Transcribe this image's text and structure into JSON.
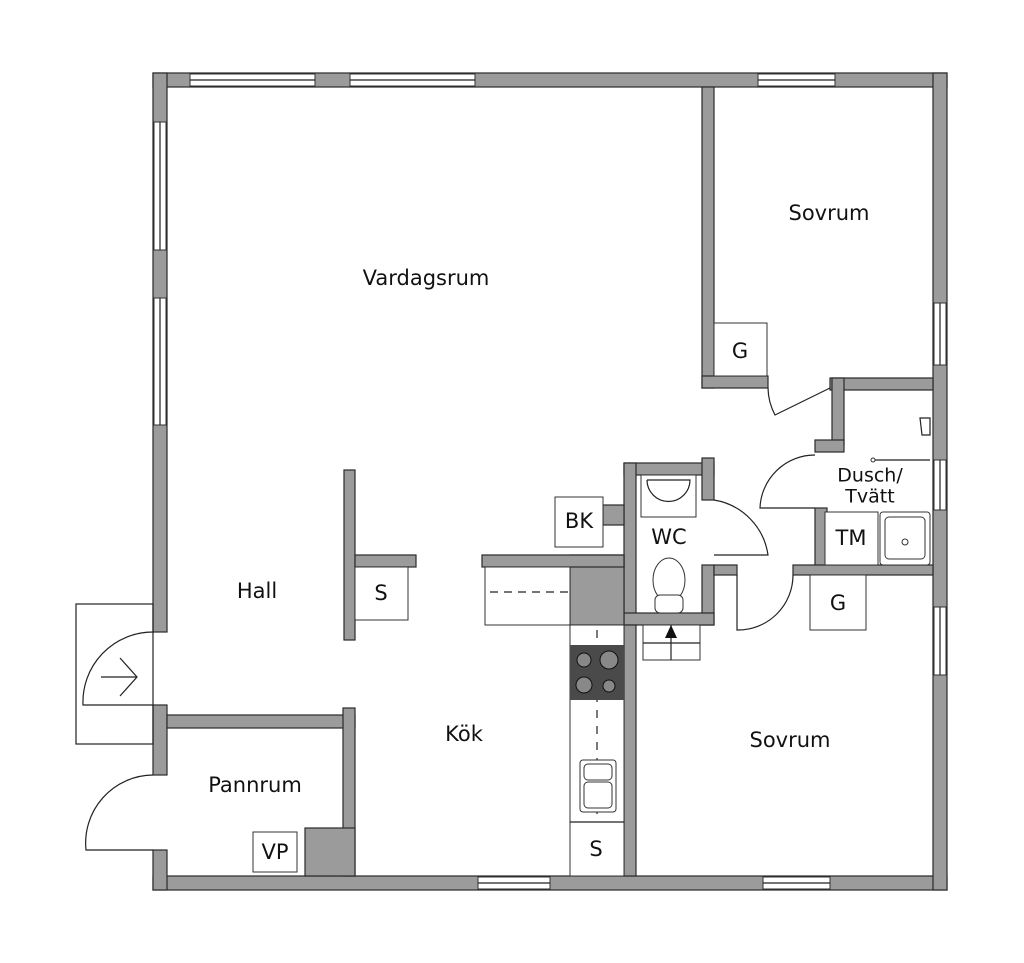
{
  "rooms": {
    "vardagsrum": "Vardagsrum",
    "sovrum_top": "Sovrum",
    "sovrum_bottom": "Sovrum",
    "hall": "Hall",
    "kok": "Kök",
    "pannrum": "Pannrum",
    "wc": "WC",
    "dusch_line1": "Dusch/",
    "dusch_line2": "Tvätt"
  },
  "fixtures": {
    "g_top": "G",
    "g_bottom": "G",
    "bk": "BK",
    "s_hall": "S",
    "s_kitchen": "S",
    "vp": "VP",
    "tm": "TM"
  },
  "colors": {
    "wall": "#9b9b9b",
    "stove": "#4a4a4a"
  }
}
